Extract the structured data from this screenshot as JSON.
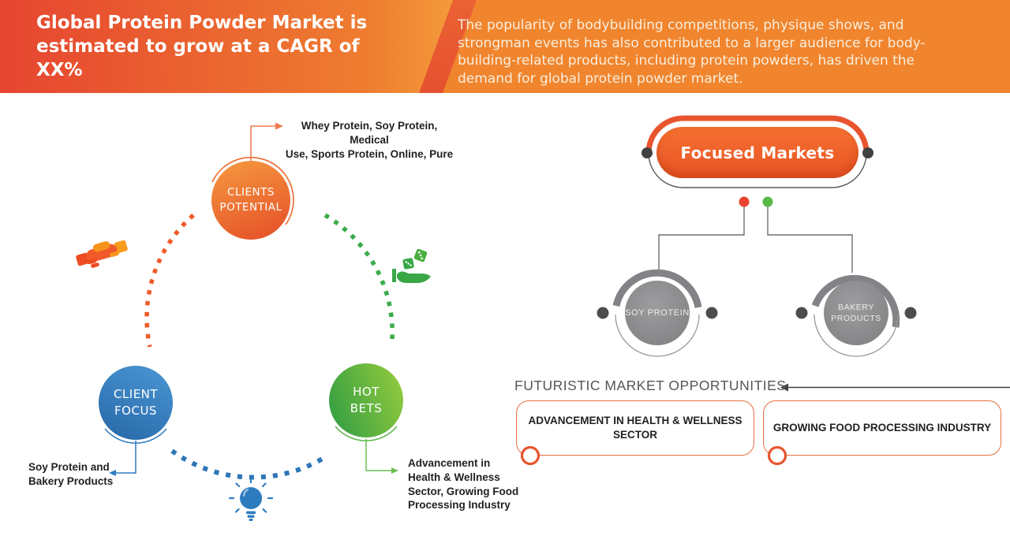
{
  "banner": {
    "title": "Global Protein Powder Market is\nestimated to grow at a CAGR of\nXX%",
    "description": "The popularity of bodybuilding competitions, physique shows, and\nstrongman events has also contributed to a larger audience for body-\nbuilding-related products, including protein powders, has driven the\ndemand for global protein powder market."
  },
  "cycle": {
    "nodes": [
      {
        "id": "clients-potential",
        "label": "CLIENTS\nPOTENTIAL",
        "color": "#e7552a",
        "note": "Whey Protein, Soy Protein, Medical\nUse, Sports Protein, Online, Pure",
        "icon": "handshake-icon"
      },
      {
        "id": "client-focus",
        "label": "CLIENT\nFOCUS",
        "color": "#2a6cab",
        "note": "Soy Protein and\nBakery Products",
        "icon": "lightbulb-icon"
      },
      {
        "id": "hot-bets",
        "label": "HOT\nBETS",
        "color": "#2d9b42",
        "note": "Advancement in\nHealth & Wellness\nSector, Growing Food\nProcessing Industry",
        "icon": "dice-hand-icon"
      }
    ]
  },
  "focused_markets": {
    "title": "Focused Markets",
    "marker_colors": [
      "#e8432e",
      "#58b947"
    ],
    "children": [
      {
        "label": "SOY PROTEIN"
      },
      {
        "label": "BAKERY\nPRODUCTS"
      }
    ]
  },
  "opportunities": {
    "heading": "FUTURISTIC MARKET OPPORTUNITIES",
    "items": [
      "ADVANCEMENT IN HEALTH & WELLNESS\nSECTOR",
      "GROWING FOOD PROCESSING INDUSTRY"
    ]
  },
  "colors": {
    "banner_red": "#e64530",
    "banner_orange": "#f0852e",
    "accent_orange": "#f05a28",
    "accent_blue": "#2e7cc0",
    "accent_green": "#3aa747",
    "node_gray": "#8c8c8e"
  }
}
